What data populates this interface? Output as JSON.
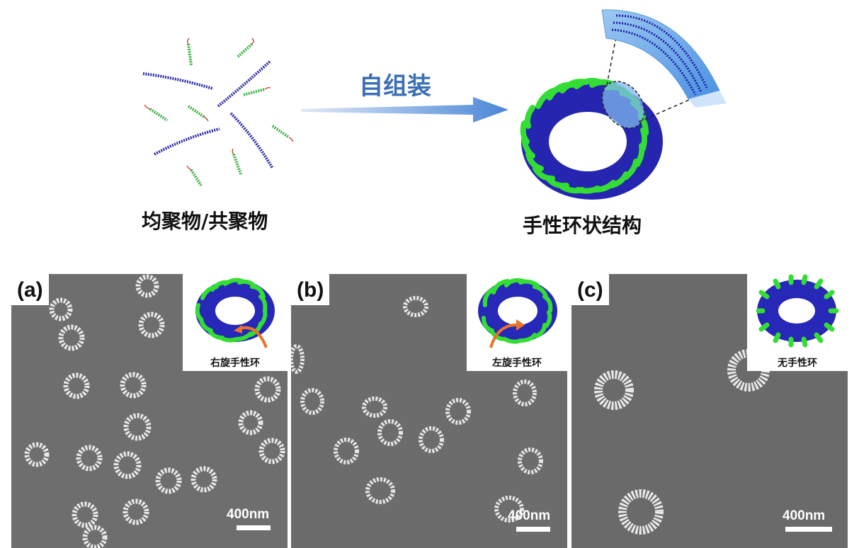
{
  "top": {
    "arrow_label": "自组装",
    "left_caption": "均聚物/共聚物",
    "right_caption": "手性环状结构"
  },
  "panels": [
    {
      "label": "(a)",
      "inset_label": "右旋手性环",
      "scale_text": "400nm"
    },
    {
      "label": "(b)",
      "inset_label": "左旋手性环",
      "scale_text": "400nm"
    },
    {
      "label": "(c)",
      "inset_label": "无手性环",
      "scale_text": "400nm"
    }
  ],
  "colors": {
    "arrow": "#4a86d8",
    "polymer_blue": "#2a2aa8",
    "polymer_green": "#3cb043",
    "torus_green": "#35e035",
    "torus_blue": "#3030d8",
    "twist_arrow": "#e8742a",
    "sem_gray": "#6b6b6b"
  }
}
